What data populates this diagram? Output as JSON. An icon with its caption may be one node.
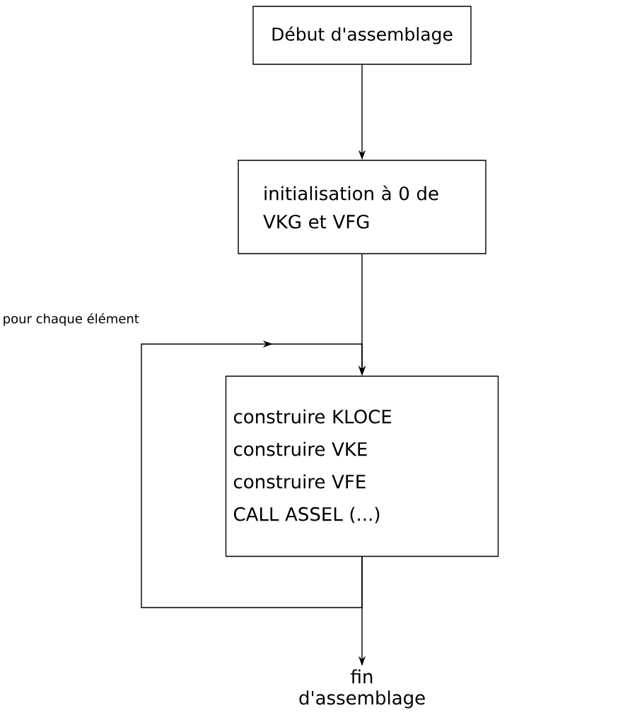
{
  "diagram": {
    "nodes": [
      {
        "text": [
          "Début d'assemblage"
        ]
      },
      {
        "text": [
          "initialisation à 0 de VKG et VFG"
        ]
      },
      {
        "text": [
          "construire KLOCE",
          "construire VKE",
          "construire VFE",
          "CALL ASSEL (...)"
        ]
      },
      {
        "text": [
          "fin d'assemblage"
        ]
      }
    ],
    "edges": [
      {
        "from": 0,
        "to": 1,
        "arrow": "to"
      },
      {
        "from": 1,
        "to": 2,
        "arrow": "to"
      },
      {
        "from": 2,
        "to": 3,
        "arrow": "to"
      },
      {
        "from": 2,
        "to": 2,
        "arrow": "to",
        "label": "pour chaque élément"
      }
    ]
  }
}
